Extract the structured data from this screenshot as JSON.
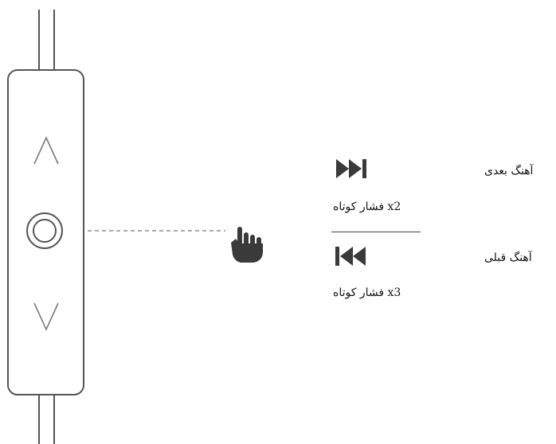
{
  "colors": {
    "outline": "#555555",
    "icon": "#3a3a3a",
    "text": "#111111"
  },
  "icons": {
    "volume_up": "chevron-up-icon",
    "center_button": "circle-button-icon",
    "volume_down": "chevron-down-icon",
    "hand": "pointing-hand-icon",
    "next": "next-track-icon",
    "previous": "previous-track-icon"
  },
  "actions": [
    {
      "id": "next",
      "label": "آهنگ بعدی",
      "instruction": "x2 فشار کوتاه"
    },
    {
      "id": "previous",
      "label": "آهنگ قبلی",
      "instruction": "x3  فشار کوتاه"
    }
  ]
}
